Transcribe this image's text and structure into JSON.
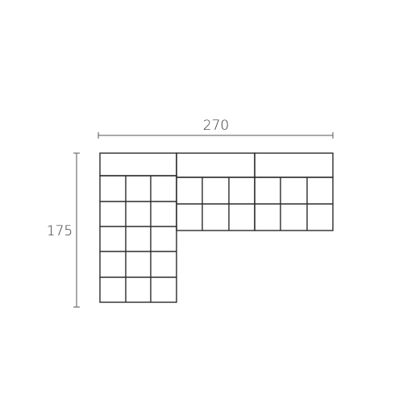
{
  "dimensions": {
    "width_label": "270",
    "depth_label": "175"
  },
  "colors": {
    "outline": "#2b2b2b",
    "dimension_line": "#555555",
    "background": "#ffffff"
  },
  "sofa": {
    "type": "corner-sectional",
    "chaise_module": {
      "seat_columns": 3,
      "seat_rows": 5
    },
    "straight_modules": [
      {
        "name": "module-1",
        "seat_columns": 3,
        "seat_rows": 2
      },
      {
        "name": "module-2",
        "seat_columns": 3,
        "seat_rows": 2
      }
    ]
  }
}
